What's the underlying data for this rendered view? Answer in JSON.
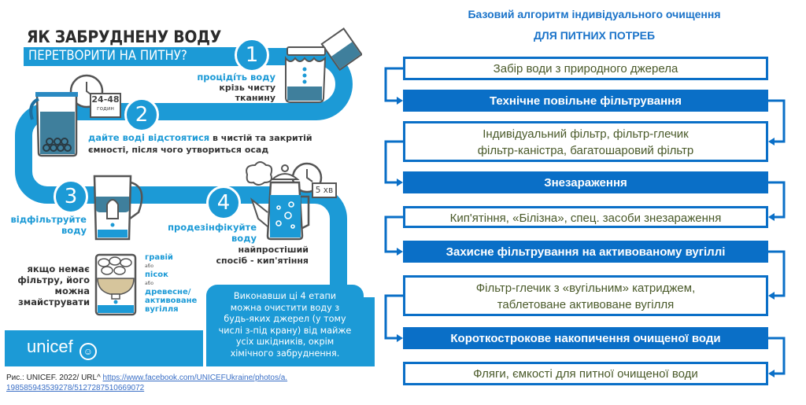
{
  "infographic": {
    "title_line1": "ЯК ЗАБРУДНЕНУ ВОДУ",
    "title_line2": "ПЕРЕТВОРИТИ НА ПИТНУ?",
    "steps": [
      {
        "number": "1",
        "highlight": "проціді́ть воду",
        "text_line1": "крізь чисту",
        "text_line2": "тканину"
      },
      {
        "number": "2",
        "highlight": "дайте воді відстоятися",
        "text_line1": " в чистій та закритій",
        "text_line2": "ємності, після чого утвориться осад",
        "badge_value": "24-48",
        "badge_unit": "годин"
      },
      {
        "number": "3",
        "highlight_line1": "відфільтруйте",
        "highlight_line2": "воду"
      },
      {
        "number": "4",
        "highlight_line1": "продезінфікуйте",
        "highlight_line2": "воду",
        "text_line1": "найпростіший",
        "text_line2": "спосіб - кип'ятіння",
        "badge_value": "5 хв"
      }
    ],
    "diy_filter": {
      "text_lines": [
        "якщо немає",
        "фільтру, його",
        "можна",
        "змайструвати"
      ],
      "layers": [
        "гравій",
        "або",
        "пісок",
        "або",
        "древесне/",
        "активоване",
        "вугілля"
      ]
    },
    "note_lines": [
      "Виконавши ці 4 етапи",
      "можна очистити воду з",
      "будь-яких джерел (у тому",
      "числі з-під крану) від майже",
      "усіх шкідників, окрім",
      "хімічного забруднення."
    ],
    "logo": "unicef",
    "colors": {
      "brand_blue": "#1c9ad6",
      "dark_text": "#2b2b2b"
    }
  },
  "caption": {
    "prefix": "Рис.: UNICEF. 2022/ URL^ ",
    "link_line1": "https://www.facebook.com/UNICEFUkraine/photos/a.",
    "link_line2": "198585943539278/5127287510669072"
  },
  "flowchart": {
    "title_line1": "Базовий алгоритм індивідуального очищення",
    "title_line2": "ДЛЯ ПИТНИХ ПОТРЕБ",
    "colors": {
      "accent": "#0a6fc7",
      "outline_text": "#4a5a2a"
    },
    "boxes": [
      {
        "type": "outline",
        "lines": [
          "Забір води з природного джерела"
        ]
      },
      {
        "type": "filled",
        "lines": [
          "Технічне повільне фільтрування"
        ]
      },
      {
        "type": "outline",
        "lines": [
          "Індивідуальний фільтр, фільтр-глечик",
          "фільтр-каністра, багатошаровий фільтр"
        ]
      },
      {
        "type": "filled",
        "lines": [
          "Знезараження"
        ]
      },
      {
        "type": "outline",
        "lines": [
          "Кип'ятіння, «Білізна», спец. засоби знезараження"
        ]
      },
      {
        "type": "filled",
        "lines": [
          "Захисне фільтрування на активованому вугіллі"
        ]
      },
      {
        "type": "outline",
        "lines": [
          "Фільтр-глечик з «вугільним» катриджем,",
          "таблетоване активоване вугілля"
        ]
      },
      {
        "type": "filled",
        "lines": [
          "Короткострокове накопичення очищеної води"
        ]
      },
      {
        "type": "outline",
        "lines": [
          "Фляги, ємкості для питної очищеної води"
        ]
      }
    ]
  }
}
